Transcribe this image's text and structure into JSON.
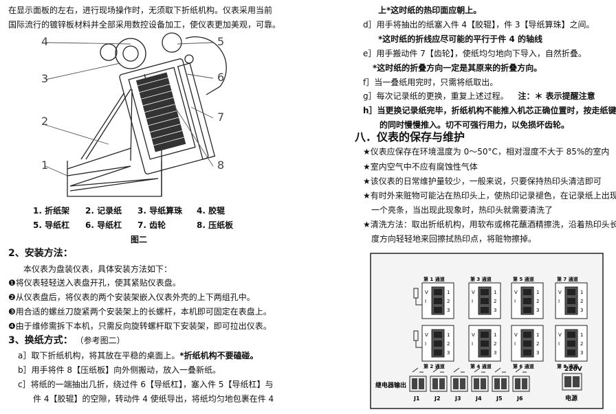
{
  "left": {
    "intro1": "在显示面板的左右，进行现场操作时，无须取下折纸机构。仪表采用当前",
    "intro2": "国际流行的镀锌板材料并全部采用数控设备加工，使仪表更加美观，可靠。",
    "callouts": [
      "4",
      "5",
      "3",
      "6",
      "2",
      "7",
      "1",
      "8"
    ],
    "legend": [
      {
        "n": "1.",
        "label": "折纸架"
      },
      {
        "n": "2.",
        "label": "记录纸"
      },
      {
        "n": "3.",
        "label": "导纸算珠"
      },
      {
        "n": "4.",
        "label": "胶辊"
      },
      {
        "n": "5.",
        "label": "导纸杠"
      },
      {
        "n": "6.",
        "label": "导纸杠"
      },
      {
        "n": "7.",
        "label": "齿轮"
      },
      {
        "n": "8.",
        "label": "压纸板"
      }
    ],
    "fig_caption": "图二",
    "install_heading": "2、安装方法：",
    "install_intro": "本仪表为盘装仪表，具体安装方法如下：",
    "install_steps": [
      "❶将仪表轻轻送入表盘开孔，使其紧贴仪表盘。",
      "❷从仪表盘后，将仪表的两个安装架嵌入仪表外壳的上下两组孔中。",
      "❸用合适的螺丝刀旋紧两个安装架上的长螺杆，本机即可固定在表盘上。",
      "❹由于维修需拆下本机，只需反向旋转螺杆取下安装架，即可拉出仪表。"
    ],
    "paper_heading": "3、换纸方式：",
    "paper_ref": "（参考图二）",
    "step_a": "a］取下折纸机构，将其放在平稳的桌面上。",
    "step_a_note": "*折纸机构不要磕碰。",
    "step_b": "b］用手将件 8【压纸板】向外侧搬动，放入一叠新纸。",
    "step_c1": "c］将纸的一端抽出几折，绕过件 6【导纸杠】，塞入件 5【导纸杠】与",
    "step_c2": "件 4【胶辊】的空隙，转动件 4 使纸导出，将纸均匀地包裹在件 4"
  },
  "right": {
    "c_cont": "上*这时纸的热印面应朝上。",
    "step_d": "d］用手将抽出的纸塞入件 4【胶辊】，件 3【导纸算珠】之间。",
    "note_d": "*这时纸的折线应尽可能的平行于件 4 的轴线",
    "step_e": "e］用手搬动件 7【齿轮】，使纸均匀地向下导入，自然折叠。",
    "note_e": "*这时纸的折叠方向一定是其原来的折叠方向。",
    "step_f": "f］当一叠纸用完时，只需将纸取出。",
    "step_g": "g］每次记录纸的更换，重复上述过程。",
    "step_g_note": "注：＊ 表示提醒注意",
    "step_h1": "h］当更换记录纸完毕，折纸机构不能推入机芯正确位置时，按走纸键",
    "step_h2": "的同时慢慢推入。切不可强行用力，以免损坏齿轮。",
    "maint_heading": "八．仪表的保存与维护",
    "maint_items": [
      "★仪表应保存在环境温度为 0～50°C，相对湿度不大于 85%的室内",
      "★室内空气中不应有腐蚀性气体",
      "★该仪表的日常维护量较少，一般来说，只要保持热印头清洁即可",
      "★有时外来赃物可能沾在热印头上，使热印记录褪色，在记录纸上出现",
      "一个亮条，当出现此现象时，热印头就需要清洗了",
      "★清洗方法：取出折纸机构，用软布或棉花蘸酒精擦洗，沿着热印头长",
      "度方向轻轻地来回擦拭热印点，将赃物擦掉。"
    ],
    "panel": {
      "top_channels": [
        "第 1 通道",
        "第 3 通道",
        "第 5 通道",
        "第 7 通道"
      ],
      "bottom_channels": [
        "第 2 通道",
        "第 4 通道",
        "第 6 通道",
        "第 8 通道"
      ],
      "pin_labels": [
        "1",
        "2",
        "3"
      ],
      "iv_labels": [
        "V",
        "I"
      ],
      "relay_label": "继电器输出",
      "relays": [
        "J1",
        "J2",
        "J3",
        "J4",
        "J5",
        "J6"
      ],
      "power_voltage": "220V",
      "power_label": "电源"
    }
  }
}
